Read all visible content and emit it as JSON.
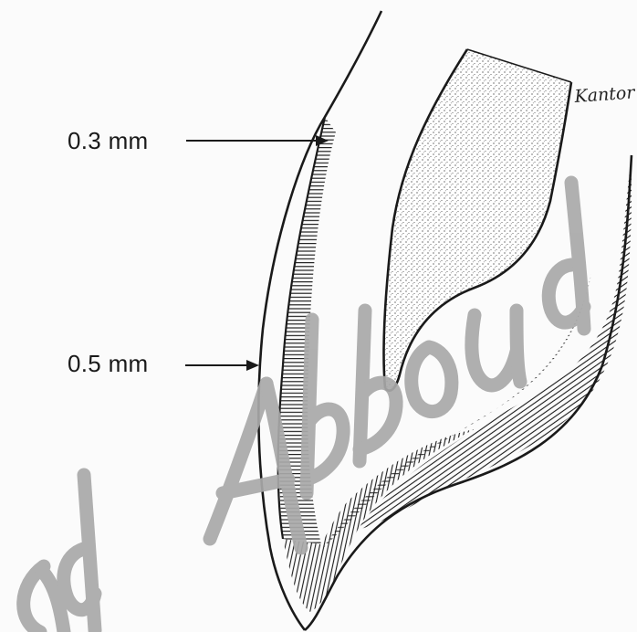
{
  "labels": {
    "top": "0.3 mm",
    "bottom": "0.5 mm"
  },
  "signature": "Kantor",
  "watermark": "ad Abboud",
  "colors": {
    "background": "#fbfbfb",
    "line": "#1a1a1a",
    "watermark": "#a9a9a9"
  }
}
